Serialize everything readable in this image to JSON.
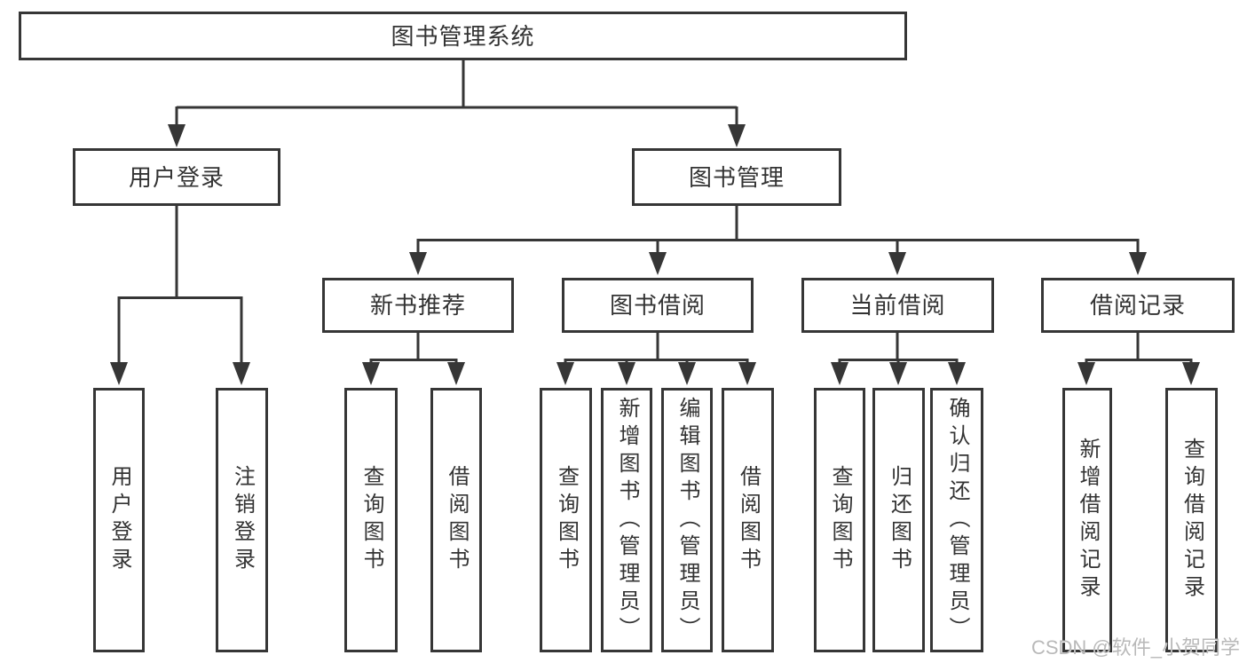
{
  "colors": {
    "line": "#363636",
    "text": "#333333",
    "node-bg": "#ffffff",
    "watermark": "#b9b9b9",
    "background": "#ffffff"
  },
  "watermark": {
    "text": "CSDN @软件_小贺同学"
  },
  "diagram": {
    "type": "tree",
    "root": {
      "label": "图书管理系统"
    },
    "branches": [
      {
        "label": "用户登录",
        "children": [
          {
            "label": "用户登录"
          },
          {
            "label": "注销登录"
          }
        ]
      },
      {
        "label": "图书管理",
        "children": [
          {
            "label": "新书推荐",
            "children": [
              {
                "label": "查询图书"
              },
              {
                "label": "借阅图书"
              }
            ]
          },
          {
            "label": "图书借阅",
            "children": [
              {
                "label": "查询图书"
              },
              {
                "label": "新增图书（管理员）"
              },
              {
                "label": "编辑图书（管理员）"
              },
              {
                "label": "借阅图书"
              }
            ]
          },
          {
            "label": "当前借阅",
            "children": [
              {
                "label": "查询图书"
              },
              {
                "label": "归还图书"
              },
              {
                "label": "确认归还（管理员）"
              }
            ]
          },
          {
            "label": "借阅记录",
            "children": [
              {
                "label": "新增借阅记录"
              },
              {
                "label": "查询借阅记录"
              }
            ]
          }
        ]
      }
    ]
  }
}
